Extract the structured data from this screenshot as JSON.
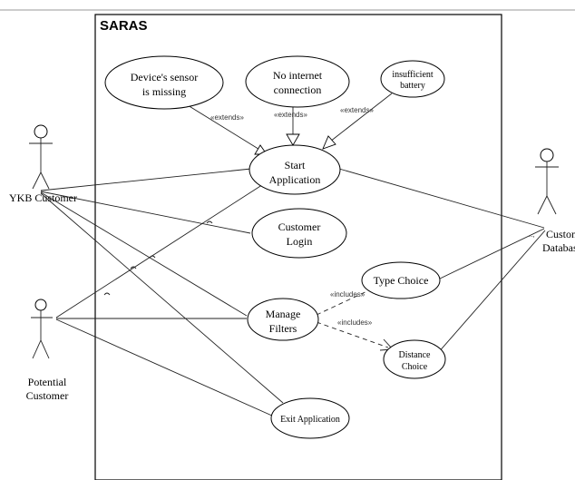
{
  "system": {
    "title": "SARAS"
  },
  "actors": {
    "ykb_customer": "YKB Customer",
    "potential_customer": [
      "Potential",
      "Customer"
    ],
    "customer_database": [
      "Custome",
      "Databas"
    ]
  },
  "use_cases": {
    "sensor_missing": [
      "Device's sensor",
      "is missing"
    ],
    "no_internet": [
      "No internet",
      "connection"
    ],
    "insufficient_battery": [
      "insufficient",
      "battery"
    ],
    "start_application": [
      "Start",
      "Application"
    ],
    "customer_login": [
      "Customer",
      "Login"
    ],
    "type_choice": [
      "Type Choice"
    ],
    "manage_filters": [
      "Manage",
      "Filters"
    ],
    "distance_choice": [
      "Distance",
      "Choice"
    ],
    "exit_application": [
      "Exit Application"
    ]
  },
  "stereotypes": {
    "extends": "«extends»",
    "includes": "«includes»"
  }
}
